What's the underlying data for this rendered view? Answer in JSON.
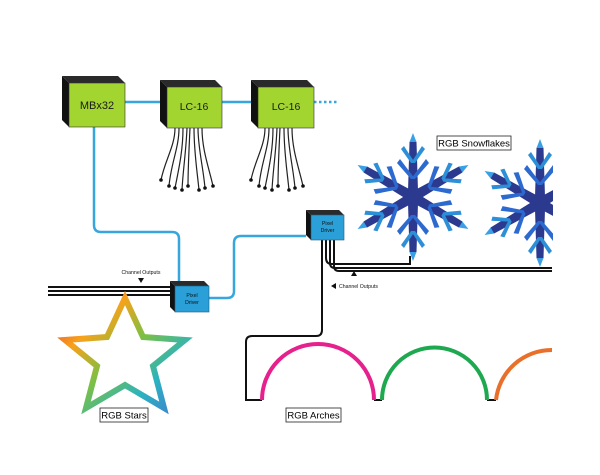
{
  "devices": {
    "mbx32": "MBx32",
    "lc16_a": "LC-16",
    "lc16_b": "LC-16",
    "pixel_driver_top_line1": "Pixel",
    "pixel_driver_top_line2": "Driver",
    "pixel_driver_left_line1": "Pixel",
    "pixel_driver_left_line2": "Driver"
  },
  "labels": {
    "snowflakes": "RGB Snowflakes",
    "stars": "RGB Stars",
    "arches": "RGB Arches",
    "channel_outputs_left": "Channel Outputs",
    "channel_outputs_right": "Channel Outputs"
  },
  "colors": {
    "controller_green": "#a3d531",
    "driver_blue": "#2a9fd8",
    "data_cable": "#37a6dc",
    "snowflake_dark": "#2b3a8f",
    "snowflake_light": "#2d8fd8",
    "arch_magenta": "#e6208c",
    "arch_green": "#1ea84f",
    "arch_orange": "#e8702a"
  },
  "icons": {
    "snowflake": "snowflake-icon",
    "star": "star-outline-icon",
    "arch": "arch-icon"
  }
}
